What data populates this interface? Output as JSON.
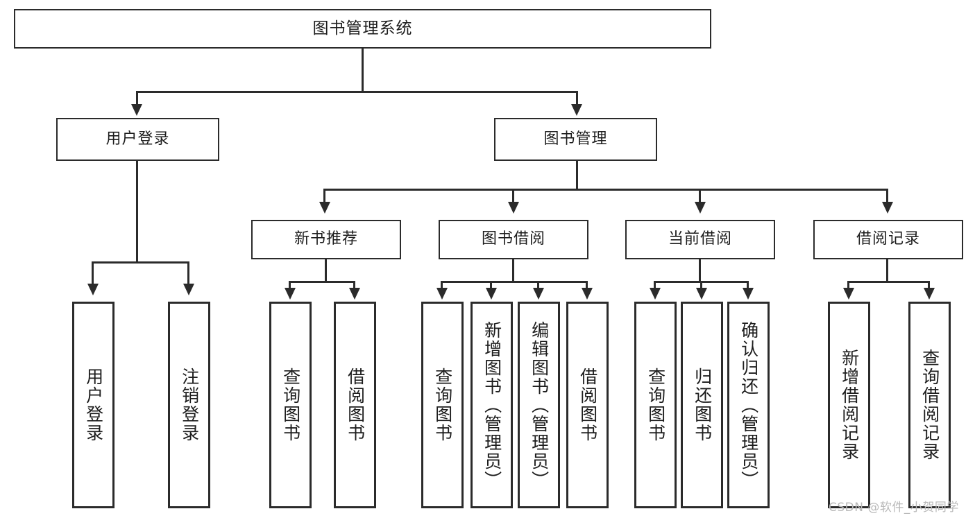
{
  "diagram": {
    "title": "图书管理系统",
    "type": "hierarchy-tree",
    "root": {
      "id": "root",
      "label": "图书管理系统"
    },
    "level1": [
      {
        "id": "user-login",
        "label": "用户登录"
      },
      {
        "id": "book-management",
        "label": "图书管理"
      }
    ],
    "level2": [
      {
        "id": "new-book-recommend",
        "label": "新书推荐",
        "parent": "book-management"
      },
      {
        "id": "book-borrow",
        "label": "图书借阅",
        "parent": "book-management"
      },
      {
        "id": "current-borrow",
        "label": "当前借阅",
        "parent": "book-management"
      },
      {
        "id": "borrow-record",
        "label": "借阅记录",
        "parent": "book-management"
      }
    ],
    "leaves": {
      "user_login": [
        {
          "id": "leaf-user-login",
          "label": "用户登录"
        },
        {
          "id": "leaf-user-logout",
          "label": "注销登录"
        }
      ],
      "new_book_recommend": [
        {
          "id": "leaf-query-book-1",
          "label": "查询图书"
        },
        {
          "id": "leaf-borrow-book-1",
          "label": "借阅图书"
        }
      ],
      "book_borrow": [
        {
          "id": "leaf-query-book-2",
          "label": "查询图书"
        },
        {
          "id": "leaf-add-book",
          "label": "新增图书（管理员）"
        },
        {
          "id": "leaf-edit-book",
          "label": "编辑图书（管理员）"
        },
        {
          "id": "leaf-borrow-book-2",
          "label": "借阅图书"
        }
      ],
      "current_borrow": [
        {
          "id": "leaf-query-book-3",
          "label": "查询图书"
        },
        {
          "id": "leaf-return-book",
          "label": "归还图书"
        },
        {
          "id": "leaf-confirm-return",
          "label": "确认归还（管理员）"
        }
      ],
      "borrow_record": [
        {
          "id": "leaf-add-record",
          "label": "新增借阅记录"
        },
        {
          "id": "leaf-query-record",
          "label": "查询借阅记录"
        }
      ]
    }
  },
  "watermark": {
    "text": "CSDN @软件_小贺同学"
  },
  "colors": {
    "stroke": "#2b2b2b",
    "fill": "#ffffff",
    "text": "#1d1d1d",
    "watermark": "#b9b9b9"
  }
}
